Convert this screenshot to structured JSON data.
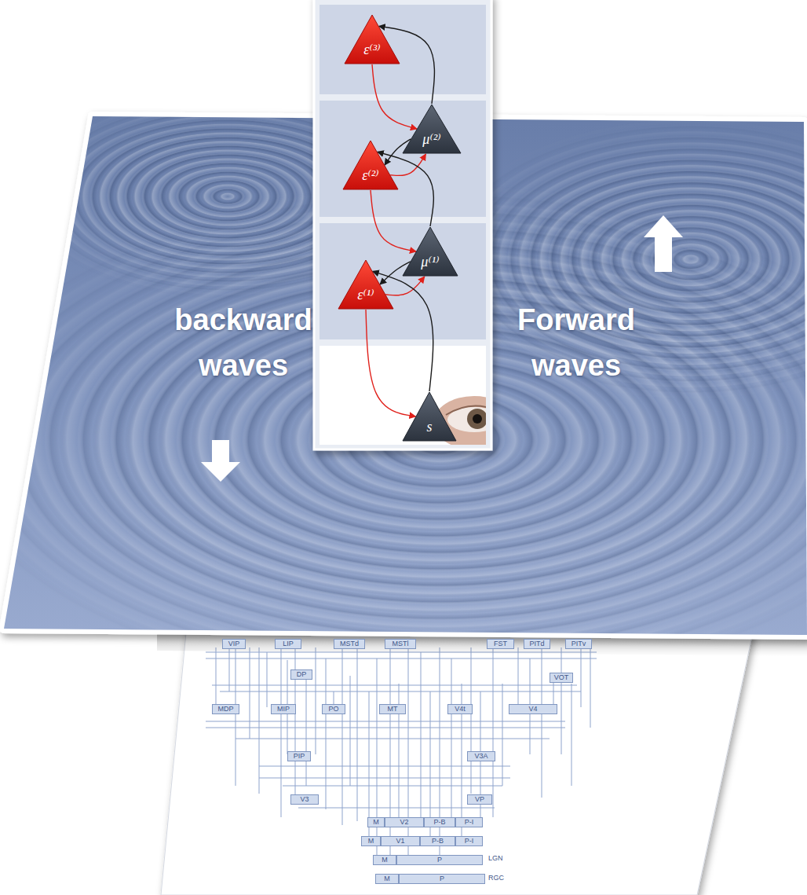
{
  "diagram": {
    "nodes": [
      {
        "text": [
          "ε⁽³⁾"
        ]
      },
      {
        "text": [
          "μ⁽²⁾"
        ]
      },
      {
        "text": [
          "ε⁽²⁾"
        ]
      },
      {
        "text": [
          "μ⁽¹⁾"
        ]
      },
      {
        "text": [
          "ε⁽¹⁾"
        ]
      },
      {
        "text": [
          "s"
        ]
      },
      {
        "text": [
          "VIP"
        ]
      },
      {
        "text": [
          "LIP"
        ]
      },
      {
        "text": [
          "MSTd"
        ]
      },
      {
        "text": [
          "MSTl"
        ]
      },
      {
        "text": [
          "FST"
        ]
      },
      {
        "text": [
          "PITd"
        ]
      },
      {
        "text": [
          "PITv"
        ]
      },
      {
        "text": [
          "DP"
        ]
      },
      {
        "text": [
          "VOT"
        ]
      },
      {
        "text": [
          "MDP"
        ]
      },
      {
        "text": [
          "MIP"
        ]
      },
      {
        "text": [
          "PO"
        ]
      },
      {
        "text": [
          "MT"
        ]
      },
      {
        "text": [
          "V4t"
        ]
      },
      {
        "text": [
          "V4"
        ]
      },
      {
        "text": [
          "PIP"
        ]
      },
      {
        "text": [
          "V3A"
        ]
      },
      {
        "text": [
          "V3"
        ]
      },
      {
        "text": [
          "VP"
        ]
      },
      {
        "text": [
          "M"
        ]
      },
      {
        "text": [
          "V2"
        ]
      },
      {
        "text": [
          "P-B"
        ]
      },
      {
        "text": [
          "P-I"
        ]
      },
      {
        "text": [
          "M"
        ]
      },
      {
        "text": [
          "V1"
        ]
      },
      {
        "text": [
          "P-B"
        ]
      },
      {
        "text": [
          "P-I"
        ]
      },
      {
        "text": [
          "M"
        ]
      },
      {
        "text": [
          "P"
        ]
      },
      {
        "text": [
          "M"
        ]
      },
      {
        "text": [
          "P"
        ]
      }
    ],
    "edges": [
      {
        "from": 1,
        "to": 0,
        "arrow": "to"
      },
      {
        "from": 0,
        "to": 1,
        "arrow": "to"
      },
      {
        "from": 1,
        "to": 2,
        "arrow": "to"
      },
      {
        "from": 2,
        "to": 1,
        "arrow": "to"
      },
      {
        "from": 3,
        "to": 2,
        "arrow": "to"
      },
      {
        "from": 2,
        "to": 3,
        "arrow": "to"
      },
      {
        "from": 3,
        "to": 4,
        "arrow": "to"
      },
      {
        "from": 4,
        "to": 3,
        "arrow": "to"
      },
      {
        "from": 5,
        "to": 4,
        "arrow": "to"
      },
      {
        "from": 4,
        "to": 5,
        "arrow": "to"
      }
    ],
    "labels": [
      "backward waves",
      "Forward waves",
      "LGN",
      "RGC"
    ]
  }
}
